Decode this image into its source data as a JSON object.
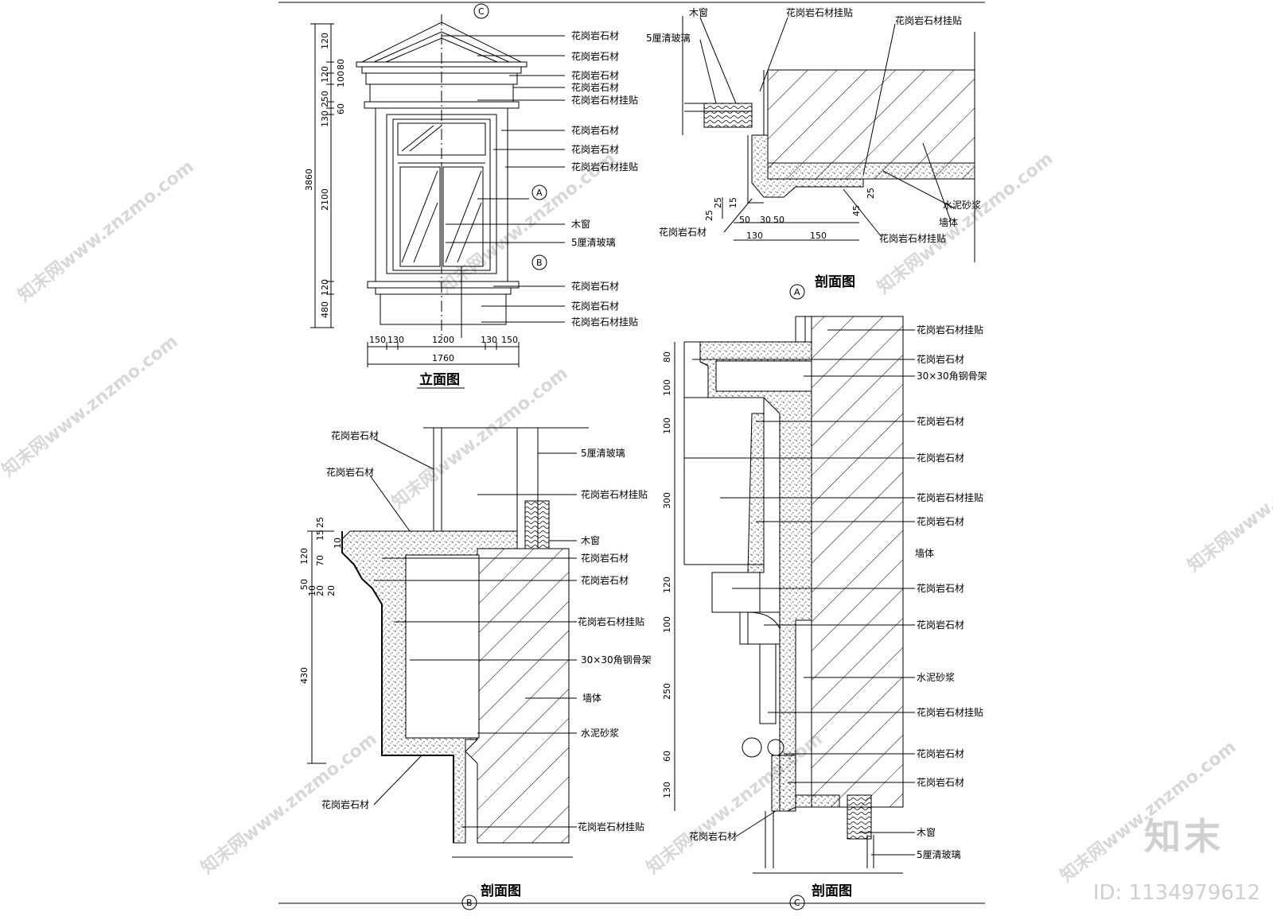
{
  "elevation": {
    "title": "立面图",
    "labels": [
      "花岗岩石材",
      "花岗岩石材",
      "花岗岩石材",
      "花岗岩石材",
      "花岗岩石材挂贴",
      "花岗岩石材",
      "花岗岩石材",
      "花岗岩石材挂贴",
      "木窗",
      "5厘清玻璃",
      "花岗岩石材",
      "花岗岩石材",
      "花岗岩石材挂贴"
    ],
    "vdims": [
      "120",
      "80",
      "120",
      "100",
      "250",
      "60",
      "130",
      "3860",
      "2100",
      "120",
      "480"
    ],
    "hdims": [
      "150",
      "130",
      "1200",
      "130",
      "150",
      "1760"
    ],
    "markers": [
      "A",
      "B",
      "C"
    ]
  },
  "sectionA": {
    "title": "剖面图",
    "marker": "A",
    "labels": [
      "木窗",
      "花岗岩石材挂贴",
      "花岗岩石材挂贴",
      "5厘清玻璃",
      "水泥砂浆",
      "墙体",
      "花岗岩石材",
      "花岗岩石材挂贴"
    ],
    "dims": [
      "25",
      "15",
      "25",
      "50",
      "30",
      "50",
      "130",
      "150",
      "45",
      "25"
    ]
  },
  "sectionB": {
    "title": "剖面图",
    "marker": "B",
    "labels": [
      "花岗岩石材",
      "花岗岩石材",
      "5厘清玻璃",
      "花岗岩石材挂贴",
      "木窗",
      "花岗岩石材",
      "花岗岩石材",
      "花岗岩石材挂贴",
      "30×30角钢骨架",
      "墙体",
      "水泥砂浆",
      "花岗岩石材",
      "花岗岩石材挂贴"
    ],
    "dims": [
      "120",
      "15",
      "25",
      "10",
      "70",
      "50",
      "10",
      "20",
      "20",
      "430"
    ]
  },
  "sectionC": {
    "title": "剖面图",
    "marker": "C",
    "labels": [
      "花岗岩石材挂贴",
      "花岗岩石材",
      "30×30角钢骨架",
      "花岗岩石材",
      "花岗岩石材",
      "花岗岩石材挂贴",
      "花岗岩石材",
      "墙体",
      "花岗岩石材",
      "花岗岩石材",
      "水泥砂浆",
      "花岗岩石材挂贴",
      "花岗岩石材",
      "花岗岩石材",
      "花岗岩石材",
      "木窗",
      "5厘清玻璃"
    ],
    "dims": [
      "80",
      "100",
      "100",
      "300",
      "120",
      "100",
      "250",
      "60",
      "130"
    ]
  },
  "watermark": {
    "text": "知末网www.znzmo.com",
    "logo": "知末",
    "id": "ID: 1134979612"
  }
}
